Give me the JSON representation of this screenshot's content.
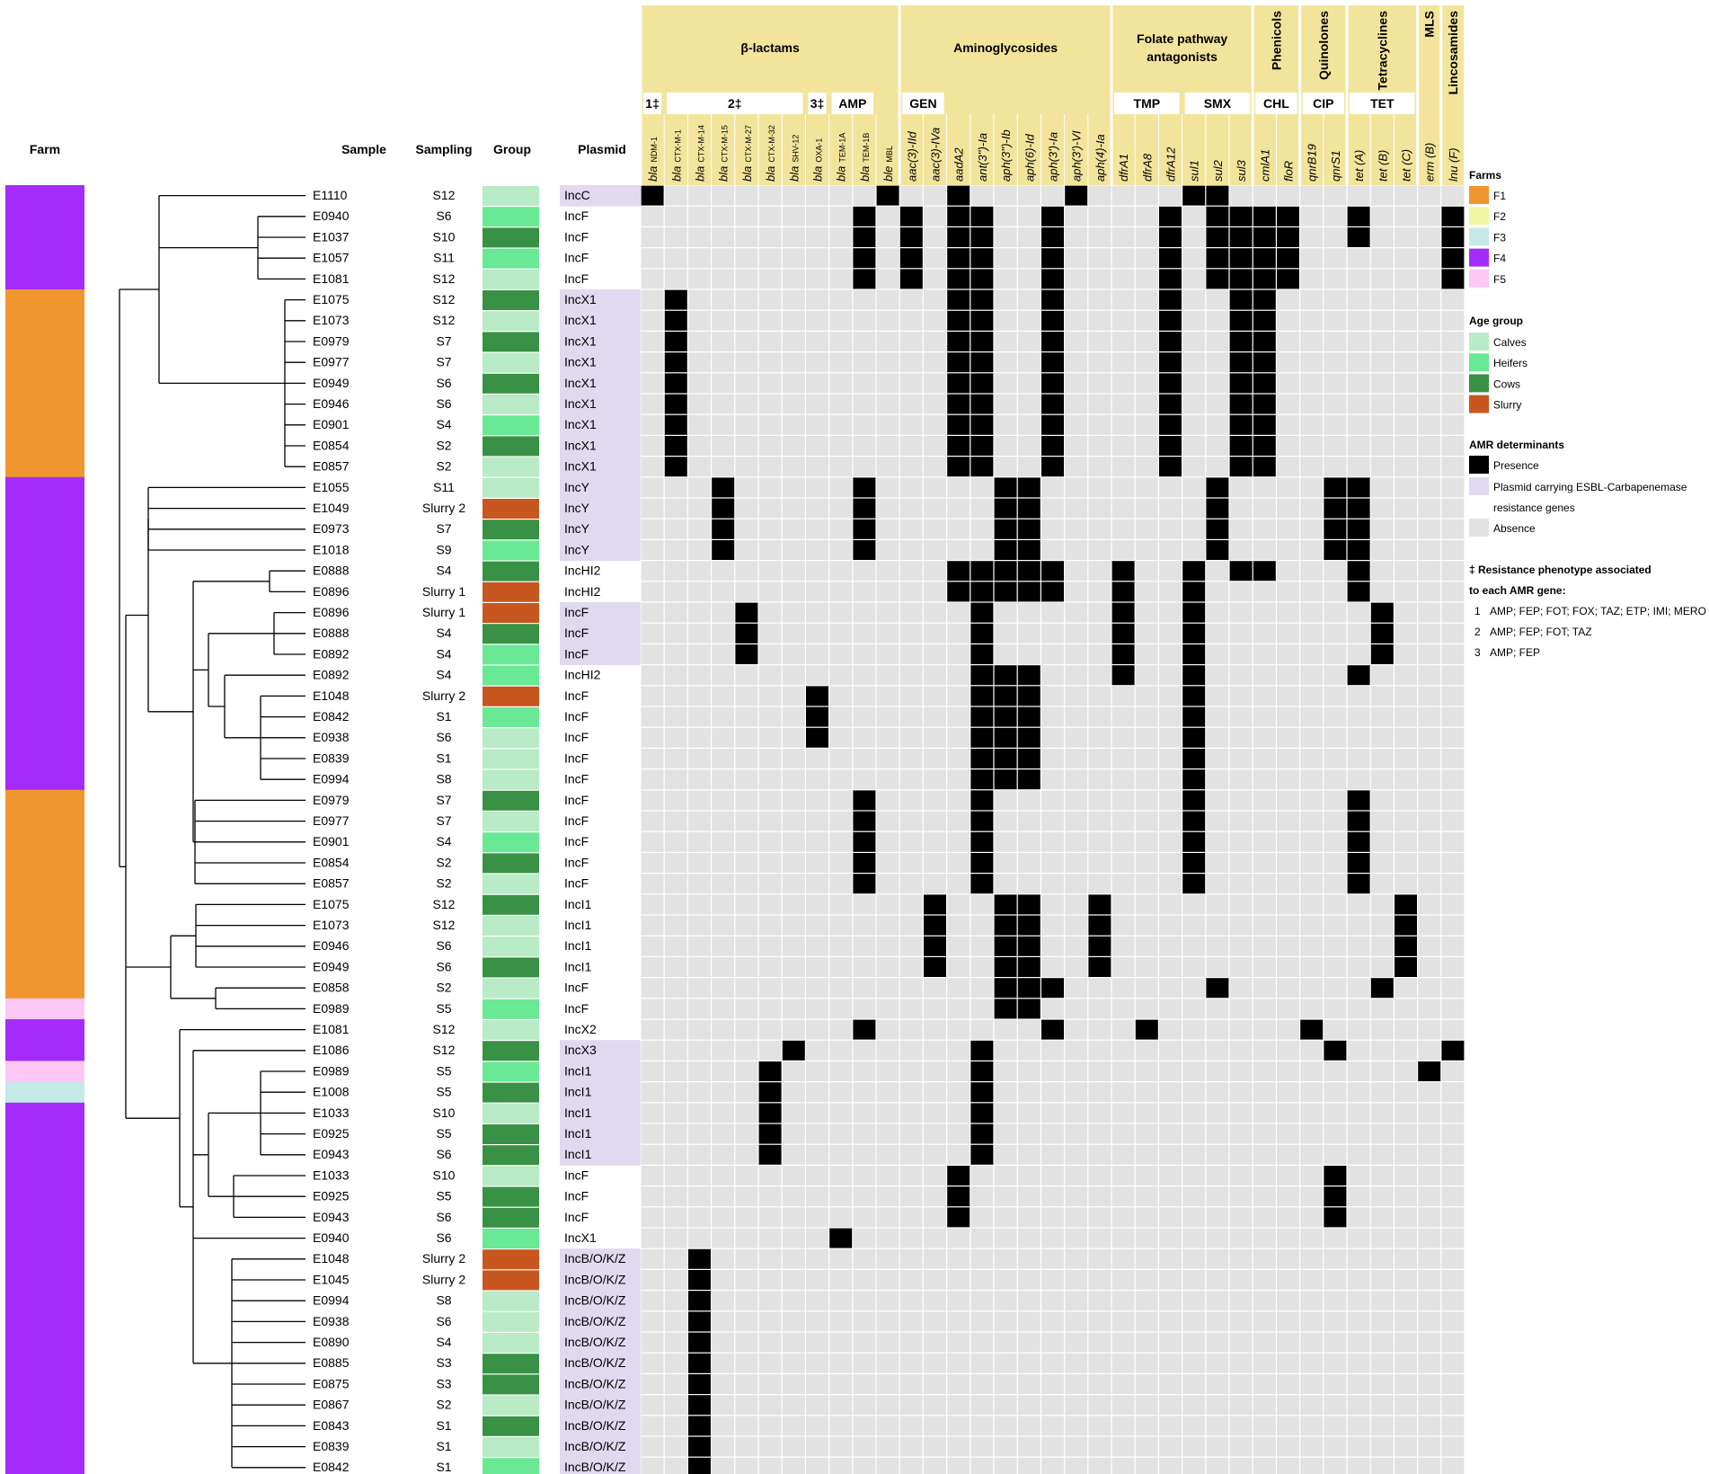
{
  "headers": {
    "farm": "Farm",
    "sample": "Sample",
    "sampling": "Sampling",
    "group": "Group",
    "plasmid": "Plasmid"
  },
  "classes": [
    {
      "label": "β-lactams",
      "from": 0,
      "to": 10
    },
    {
      "label": "Aminoglycosides",
      "from": 11,
      "to": 19
    },
    {
      "label": "Folate pathway antagonists",
      "from": 20,
      "to": 25
    },
    {
      "label": "Phenicols",
      "from": 26,
      "to": 27,
      "vertical": true
    },
    {
      "label": "Quinolones",
      "from": 28,
      "to": 29,
      "vertical": true
    },
    {
      "label": "Tetracyclines",
      "from": 30,
      "to": 32,
      "vertical": true
    },
    {
      "label": "MLS",
      "from": 33,
      "to": 33,
      "vertical": true
    },
    {
      "label": "Lincosamides",
      "from": 34,
      "to": 34,
      "vertical": true
    }
  ],
  "subclasses": [
    {
      "label": "1‡",
      "from": 0,
      "to": 0
    },
    {
      "label": "2‡",
      "from": 1,
      "to": 6
    },
    {
      "label": "3‡",
      "from": 7,
      "to": 7
    },
    {
      "label": "AMP",
      "from": 8,
      "to": 9
    },
    {
      "label": "GEN",
      "from": 11,
      "to": 12
    },
    {
      "label": "TMP",
      "from": 20,
      "to": 22
    },
    {
      "label": "SMX",
      "from": 23,
      "to": 25
    },
    {
      "label": "CHL",
      "from": 26,
      "to": 27
    },
    {
      "label": "CIP",
      "from": 28,
      "to": 29
    },
    {
      "label": "TET",
      "from": 30,
      "to": 32
    }
  ],
  "genes": [
    {
      "main": "bla",
      "sub": "NDM-1"
    },
    {
      "main": "bla",
      "sub": "CTX-M-1"
    },
    {
      "main": "bla",
      "sub": "CTX-M-14"
    },
    {
      "main": "bla",
      "sub": "CTX-M-15"
    },
    {
      "main": "bla",
      "sub": "CTX-M-27"
    },
    {
      "main": "bla",
      "sub": "CTX-M-32"
    },
    {
      "main": "bla",
      "sub": "SHV-12"
    },
    {
      "main": "bla",
      "sub": "OXA-1"
    },
    {
      "main": "bla",
      "sub": "TEM-1A"
    },
    {
      "main": "bla",
      "sub": "TEM-1B"
    },
    {
      "main": "ble",
      "sub": "MBL"
    },
    {
      "main": "aac(3)-IId",
      "sub": ""
    },
    {
      "main": "aac(3)-IVa",
      "sub": ""
    },
    {
      "main": "aadA2",
      "sub": ""
    },
    {
      "main": "ant(3'')-Ia",
      "sub": ""
    },
    {
      "main": "aph(3'')-Ib",
      "sub": ""
    },
    {
      "main": "aph(6)-Id",
      "sub": ""
    },
    {
      "main": "aph(3')-Ia",
      "sub": ""
    },
    {
      "main": "aph(3')-VI",
      "sub": ""
    },
    {
      "main": "aph(4)-Ia",
      "sub": ""
    },
    {
      "main": "dfrA1",
      "sub": ""
    },
    {
      "main": "dfrA8",
      "sub": ""
    },
    {
      "main": "dfrA12",
      "sub": ""
    },
    {
      "main": "sul1",
      "sub": ""
    },
    {
      "main": "sul2",
      "sub": ""
    },
    {
      "main": "sul3",
      "sub": ""
    },
    {
      "main": "cmlA1",
      "sub": ""
    },
    {
      "main": "floR",
      "sub": ""
    },
    {
      "main": "qnrB19",
      "sub": ""
    },
    {
      "main": "qnrS1",
      "sub": ""
    },
    {
      "main": "tet (A)",
      "sub": ""
    },
    {
      "main": "tet (B)",
      "sub": ""
    },
    {
      "main": "tet (C)",
      "sub": ""
    },
    {
      "main": "erm (B)",
      "sub": ""
    },
    {
      "main": "lnu (F)",
      "sub": ""
    }
  ],
  "rows": [
    {
      "sample": "E1110",
      "sampling": "S12",
      "group": "Calves",
      "plasmid": "IncC",
      "esbl": true,
      "farm": "F4",
      "genes": [
        0,
        10,
        13,
        18,
        23,
        24
      ]
    },
    {
      "sample": "E0940",
      "sampling": "S6",
      "group": "Heifers",
      "plasmid": "IncF",
      "esbl": false,
      "farm": "F4",
      "genes": [
        9,
        11,
        13,
        14,
        17,
        22,
        24,
        25,
        26,
        27,
        30,
        34
      ]
    },
    {
      "sample": "E1037",
      "sampling": "S10",
      "group": "Cows",
      "plasmid": "IncF",
      "esbl": false,
      "farm": "F4",
      "genes": [
        9,
        11,
        13,
        14,
        17,
        22,
        24,
        25,
        26,
        27,
        30,
        34
      ]
    },
    {
      "sample": "E1057",
      "sampling": "S11",
      "group": "Heifers",
      "plasmid": "IncF",
      "esbl": false,
      "farm": "F4",
      "genes": [
        9,
        11,
        13,
        14,
        17,
        22,
        24,
        25,
        26,
        27,
        34
      ]
    },
    {
      "sample": "E1081",
      "sampling": "S12",
      "group": "Calves",
      "plasmid": "IncF",
      "esbl": false,
      "farm": "F4",
      "genes": [
        9,
        11,
        13,
        14,
        17,
        22,
        24,
        25,
        26,
        27,
        34
      ]
    },
    {
      "sample": "E1075",
      "sampling": "S12",
      "group": "Cows",
      "plasmid": "IncX1",
      "esbl": true,
      "farm": "F1",
      "genes": [
        1,
        13,
        14,
        17,
        22,
        25,
        26
      ]
    },
    {
      "sample": "E1073",
      "sampling": "S12",
      "group": "Calves",
      "plasmid": "IncX1",
      "esbl": true,
      "farm": "F1",
      "genes": [
        1,
        13,
        14,
        17,
        22,
        25,
        26
      ]
    },
    {
      "sample": "E0979",
      "sampling": "S7",
      "group": "Cows",
      "plasmid": "IncX1",
      "esbl": true,
      "farm": "F1",
      "genes": [
        1,
        13,
        14,
        17,
        22,
        25,
        26
      ]
    },
    {
      "sample": "E0977",
      "sampling": "S7",
      "group": "Calves",
      "plasmid": "IncX1",
      "esbl": true,
      "farm": "F1",
      "genes": [
        1,
        13,
        14,
        17,
        22,
        25,
        26
      ]
    },
    {
      "sample": "E0949",
      "sampling": "S6",
      "group": "Cows",
      "plasmid": "IncX1",
      "esbl": true,
      "farm": "F1",
      "genes": [
        1,
        13,
        14,
        17,
        22,
        25,
        26
      ]
    },
    {
      "sample": "E0946",
      "sampling": "S6",
      "group": "Calves",
      "plasmid": "IncX1",
      "esbl": true,
      "farm": "F1",
      "genes": [
        1,
        13,
        14,
        17,
        22,
        25,
        26
      ]
    },
    {
      "sample": "E0901",
      "sampling": "S4",
      "group": "Heifers",
      "plasmid": "IncX1",
      "esbl": true,
      "farm": "F1",
      "genes": [
        1,
        13,
        14,
        17,
        22,
        25,
        26
      ]
    },
    {
      "sample": "E0854",
      "sampling": "S2",
      "group": "Cows",
      "plasmid": "IncX1",
      "esbl": true,
      "farm": "F1",
      "genes": [
        1,
        13,
        14,
        17,
        22,
        25,
        26
      ]
    },
    {
      "sample": "E0857",
      "sampling": "S2",
      "group": "Calves",
      "plasmid": "IncX1",
      "esbl": true,
      "farm": "F1",
      "genes": [
        1,
        13,
        14,
        17,
        22,
        25,
        26
      ]
    },
    {
      "sample": "E1055",
      "sampling": "S11",
      "group": "Calves",
      "plasmid": "IncY",
      "esbl": true,
      "farm": "F4",
      "genes": [
        3,
        9,
        15,
        16,
        24,
        29,
        30
      ]
    },
    {
      "sample": "E1049",
      "sampling": "Slurry 2",
      "group": "Slurry",
      "plasmid": "IncY",
      "esbl": true,
      "farm": "F4",
      "genes": [
        3,
        9,
        15,
        16,
        24,
        29,
        30
      ]
    },
    {
      "sample": "E0973",
      "sampling": "S7",
      "group": "Cows",
      "plasmid": "IncY",
      "esbl": true,
      "farm": "F4",
      "genes": [
        3,
        9,
        15,
        16,
        24,
        29,
        30
      ]
    },
    {
      "sample": "E1018",
      "sampling": "S9",
      "group": "Heifers",
      "plasmid": "IncY",
      "esbl": true,
      "farm": "F4",
      "genes": [
        3,
        9,
        15,
        16,
        24,
        29,
        30
      ]
    },
    {
      "sample": "E0888",
      "sampling": "S4",
      "group": "Cows",
      "plasmid": "IncHI2",
      "esbl": false,
      "farm": "F4",
      "genes": [
        13,
        14,
        15,
        16,
        17,
        20,
        23,
        25,
        26,
        30
      ]
    },
    {
      "sample": "E0896",
      "sampling": "Slurry 1",
      "group": "Slurry",
      "plasmid": "IncHI2",
      "esbl": false,
      "farm": "F4",
      "genes": [
        13,
        14,
        15,
        16,
        17,
        20,
        23,
        30
      ]
    },
    {
      "sample": "E0896",
      "sampling": "Slurry 1",
      "group": "Slurry",
      "plasmid": "IncF",
      "esbl": true,
      "farm": "F4",
      "genes": [
        4,
        14,
        20,
        23,
        31
      ]
    },
    {
      "sample": "E0888",
      "sampling": "S4",
      "group": "Cows",
      "plasmid": "IncF",
      "esbl": true,
      "farm": "F4",
      "genes": [
        4,
        14,
        20,
        23,
        31
      ]
    },
    {
      "sample": "E0892",
      "sampling": "S4",
      "group": "Heifers",
      "plasmid": "IncF",
      "esbl": true,
      "farm": "F4",
      "genes": [
        4,
        14,
        20,
        23,
        31
      ]
    },
    {
      "sample": "E0892",
      "sampling": "S4",
      "group": "Heifers",
      "plasmid": "IncHI2",
      "esbl": false,
      "farm": "F4",
      "genes": [
        14,
        15,
        16,
        20,
        23,
        30
      ]
    },
    {
      "sample": "E1048",
      "sampling": "Slurry 2",
      "group": "Slurry",
      "plasmid": "IncF",
      "esbl": false,
      "farm": "F4",
      "genes": [
        7,
        14,
        15,
        16,
        23
      ]
    },
    {
      "sample": "E0842",
      "sampling": "S1",
      "group": "Heifers",
      "plasmid": "IncF",
      "esbl": false,
      "farm": "F4",
      "genes": [
        7,
        14,
        15,
        16,
        23
      ]
    },
    {
      "sample": "E0938",
      "sampling": "S6",
      "group": "Calves",
      "plasmid": "IncF",
      "esbl": false,
      "farm": "F4",
      "genes": [
        7,
        14,
        15,
        16,
        23
      ]
    },
    {
      "sample": "E0839",
      "sampling": "S1",
      "group": "Calves",
      "plasmid": "IncF",
      "esbl": false,
      "farm": "F4",
      "genes": [
        14,
        15,
        16,
        23
      ]
    },
    {
      "sample": "E0994",
      "sampling": "S8",
      "group": "Calves",
      "plasmid": "IncF",
      "esbl": false,
      "farm": "F4",
      "genes": [
        14,
        15,
        16,
        23
      ]
    },
    {
      "sample": "E0979",
      "sampling": "S7",
      "group": "Cows",
      "plasmid": "IncF",
      "esbl": false,
      "farm": "F1",
      "genes": [
        9,
        14,
        23,
        30
      ]
    },
    {
      "sample": "E0977",
      "sampling": "S7",
      "group": "Calves",
      "plasmid": "IncF",
      "esbl": false,
      "farm": "F1",
      "genes": [
        9,
        14,
        23,
        30
      ]
    },
    {
      "sample": "E0901",
      "sampling": "S4",
      "group": "Heifers",
      "plasmid": "IncF",
      "esbl": false,
      "farm": "F1",
      "genes": [
        9,
        14,
        23,
        30
      ]
    },
    {
      "sample": "E0854",
      "sampling": "S2",
      "group": "Cows",
      "plasmid": "IncF",
      "esbl": false,
      "farm": "F1",
      "genes": [
        9,
        14,
        23,
        30
      ]
    },
    {
      "sample": "E0857",
      "sampling": "S2",
      "group": "Calves",
      "plasmid": "IncF",
      "esbl": false,
      "farm": "F1",
      "genes": [
        9,
        14,
        23,
        30
      ]
    },
    {
      "sample": "E1075",
      "sampling": "S12",
      "group": "Cows",
      "plasmid": "IncI1",
      "esbl": false,
      "farm": "F1",
      "genes": [
        12,
        15,
        16,
        19,
        32
      ]
    },
    {
      "sample": "E1073",
      "sampling": "S12",
      "group": "Calves",
      "plasmid": "IncI1",
      "esbl": false,
      "farm": "F1",
      "genes": [
        12,
        15,
        16,
        19,
        32
      ]
    },
    {
      "sample": "E0946",
      "sampling": "S6",
      "group": "Calves",
      "plasmid": "IncI1",
      "esbl": false,
      "farm": "F1",
      "genes": [
        12,
        15,
        16,
        19,
        32
      ]
    },
    {
      "sample": "E0949",
      "sampling": "S6",
      "group": "Cows",
      "plasmid": "IncI1",
      "esbl": false,
      "farm": "F1",
      "genes": [
        12,
        15,
        16,
        19,
        32
      ]
    },
    {
      "sample": "E0858",
      "sampling": "S2",
      "group": "Calves",
      "plasmid": "IncF",
      "esbl": false,
      "farm": "F1",
      "genes": [
        15,
        16,
        17,
        24,
        31
      ]
    },
    {
      "sample": "E0989",
      "sampling": "S5",
      "group": "Heifers",
      "plasmid": "IncF",
      "esbl": false,
      "farm": "F5",
      "genes": [
        15,
        16
      ]
    },
    {
      "sample": "E1081",
      "sampling": "S12",
      "group": "Calves",
      "plasmid": "IncX2",
      "esbl": false,
      "farm": "F4",
      "genes": [
        9,
        17,
        21,
        28
      ]
    },
    {
      "sample": "E1086",
      "sampling": "S12",
      "group": "Cows",
      "plasmid": "IncX3",
      "esbl": true,
      "farm": "F4",
      "genes": [
        6,
        14,
        29,
        34
      ]
    },
    {
      "sample": "E0989",
      "sampling": "S5",
      "group": "Heifers",
      "plasmid": "IncI1",
      "esbl": true,
      "farm": "F5",
      "genes": [
        5,
        14,
        33
      ]
    },
    {
      "sample": "E1008",
      "sampling": "S5",
      "group": "Cows",
      "plasmid": "IncI1",
      "esbl": true,
      "farm": "F3",
      "genes": [
        5,
        14
      ]
    },
    {
      "sample": "E1033",
      "sampling": "S10",
      "group": "Calves",
      "plasmid": "IncI1",
      "esbl": true,
      "farm": "F4",
      "genes": [
        5,
        14
      ]
    },
    {
      "sample": "E0925",
      "sampling": "S5",
      "group": "Cows",
      "plasmid": "IncI1",
      "esbl": true,
      "farm": "F4",
      "genes": [
        5,
        14
      ]
    },
    {
      "sample": "E0943",
      "sampling": "S6",
      "group": "Cows",
      "plasmid": "IncI1",
      "esbl": true,
      "farm": "F4",
      "genes": [
        5,
        14
      ]
    },
    {
      "sample": "E1033",
      "sampling": "S10",
      "group": "Calves",
      "plasmid": "IncF",
      "esbl": false,
      "farm": "F4",
      "genes": [
        13,
        29
      ]
    },
    {
      "sample": "E0925",
      "sampling": "S5",
      "group": "Cows",
      "plasmid": "IncF",
      "esbl": false,
      "farm": "F4",
      "genes": [
        13,
        29
      ]
    },
    {
      "sample": "E0943",
      "sampling": "S6",
      "group": "Cows",
      "plasmid": "IncF",
      "esbl": false,
      "farm": "F4",
      "genes": [
        13,
        29
      ]
    },
    {
      "sample": "E0940",
      "sampling": "S6",
      "group": "Heifers",
      "plasmid": "IncX1",
      "esbl": false,
      "farm": "F4",
      "genes": [
        8
      ]
    },
    {
      "sample": "E1048",
      "sampling": "Slurry 2",
      "group": "Slurry",
      "plasmid": "IncB/O/K/Z",
      "esbl": true,
      "farm": "F4",
      "genes": [
        2
      ]
    },
    {
      "sample": "E1045",
      "sampling": "Slurry 2",
      "group": "Slurry",
      "plasmid": "IncB/O/K/Z",
      "esbl": true,
      "farm": "F4",
      "genes": [
        2
      ]
    },
    {
      "sample": "E0994",
      "sampling": "S8",
      "group": "Calves",
      "plasmid": "IncB/O/K/Z",
      "esbl": true,
      "farm": "F4",
      "genes": [
        2
      ]
    },
    {
      "sample": "E0938",
      "sampling": "S6",
      "group": "Calves",
      "plasmid": "IncB/O/K/Z",
      "esbl": true,
      "farm": "F4",
      "genes": [
        2
      ]
    },
    {
      "sample": "E0890",
      "sampling": "S4",
      "group": "Calves",
      "plasmid": "IncB/O/K/Z",
      "esbl": true,
      "farm": "F4",
      "genes": [
        2
      ]
    },
    {
      "sample": "E0885",
      "sampling": "S3",
      "group": "Cows",
      "plasmid": "IncB/O/K/Z",
      "esbl": true,
      "farm": "F4",
      "genes": [
        2
      ]
    },
    {
      "sample": "E0875",
      "sampling": "S3",
      "group": "Cows",
      "plasmid": "IncB/O/K/Z",
      "esbl": true,
      "farm": "F4",
      "genes": [
        2
      ]
    },
    {
      "sample": "E0867",
      "sampling": "S2",
      "group": "Calves",
      "plasmid": "IncB/O/K/Z",
      "esbl": true,
      "farm": "F4",
      "genes": [
        2
      ]
    },
    {
      "sample": "E0843",
      "sampling": "S1",
      "group": "Cows",
      "plasmid": "IncB/O/K/Z",
      "esbl": true,
      "farm": "F4",
      "genes": [
        2
      ]
    },
    {
      "sample": "E0839",
      "sampling": "S1",
      "group": "Calves",
      "plasmid": "IncB/O/K/Z",
      "esbl": true,
      "farm": "F4",
      "genes": [
        2
      ]
    },
    {
      "sample": "E0842",
      "sampling": "S1",
      "group": "Heifers",
      "plasmid": "IncB/O/K/Z",
      "esbl": true,
      "farm": "F4",
      "genes": [
        2
      ]
    }
  ],
  "legend": {
    "farms_title": "Farms",
    "farms": [
      {
        "label": "F1",
        "color": "#f0962e"
      },
      {
        "label": "F2",
        "color": "#f1f7a5"
      },
      {
        "label": "F3",
        "color": "#c5e9e6"
      },
      {
        "label": "F4",
        "color": "#a42cfb"
      },
      {
        "label": "F5",
        "color": "#fcc7f5"
      }
    ],
    "age_title": "Age group",
    "age": [
      {
        "label": "Calves",
        "color": "#b8ebc6"
      },
      {
        "label": "Heifers",
        "color": "#69e896"
      },
      {
        "label": "Cows",
        "color": "#389145"
      },
      {
        "label": "Slurry",
        "color": "#c7561f"
      }
    ],
    "amr_title": "AMR determinants",
    "amr": [
      {
        "label": "Presence",
        "color": "#000000"
      },
      {
        "label": "Plasmid carrying ESBL-Carbapenemase",
        "label2": "resistance genes",
        "color": "#e1d9ef"
      },
      {
        "label": "Absence",
        "color": "#e2e2e2"
      }
    ],
    "pheno_title_1": "‡ Resistance phenotype associated",
    "pheno_title_2": "to each AMR gene:",
    "pheno": [
      {
        "n": "1",
        "text": "AMP; FEP; FOT; FOX; TAZ; ETP; IMI; MERO"
      },
      {
        "n": "2",
        "text": "AMP; FEP; FOT; TAZ"
      },
      {
        "n": "3",
        "text": "AMP; FEP"
      }
    ]
  },
  "colors": {
    "header_fill": "#f3e49c",
    "grid_absent": "#e2e2e2",
    "presence": "#000000",
    "esbl": "#e1d9ef"
  }
}
